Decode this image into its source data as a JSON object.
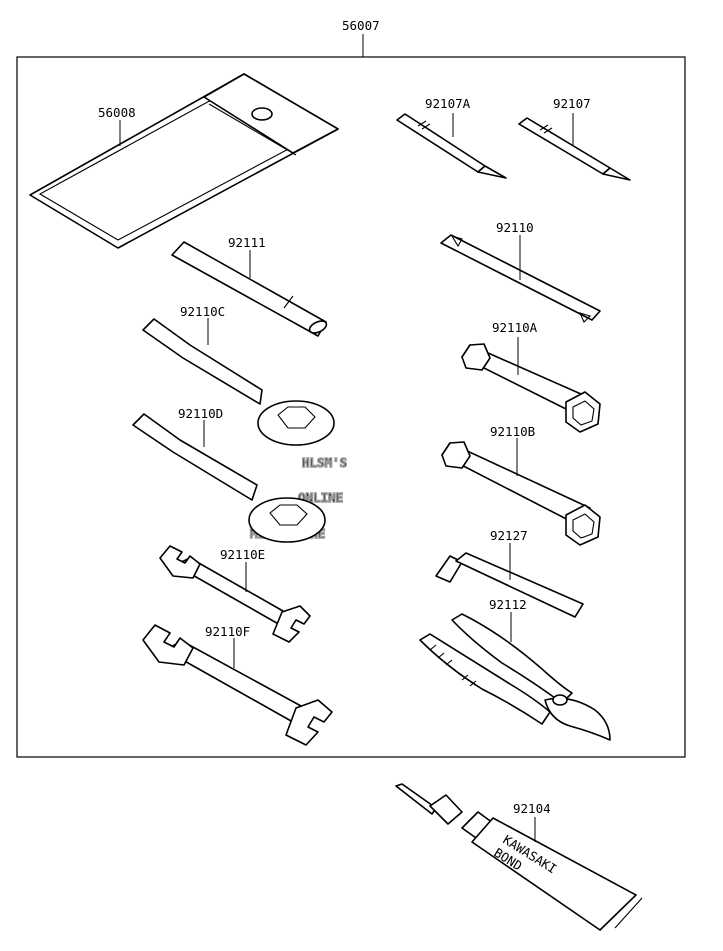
{
  "diagram": {
    "assembly": "56007",
    "parts": {
      "p56008": "56008",
      "p92107A": "92107A",
      "p92107": "92107",
      "p92111": "92111",
      "p92110": "92110",
      "p92110C": "92110C",
      "p92110A": "92110A",
      "p92110D": "92110D",
      "p92110B": "92110B",
      "p92110E": "92110E",
      "p92127": "92127",
      "p92110F": "92110F",
      "p92112": "92112",
      "p92104": "92104"
    },
    "tube_label_line1": "KAWASAKI",
    "tube_label_line2": "BOND"
  },
  "watermark": {
    "line1": "HLSM'S",
    "line2": "ONLINE",
    "line3": "MICROFICHE"
  }
}
